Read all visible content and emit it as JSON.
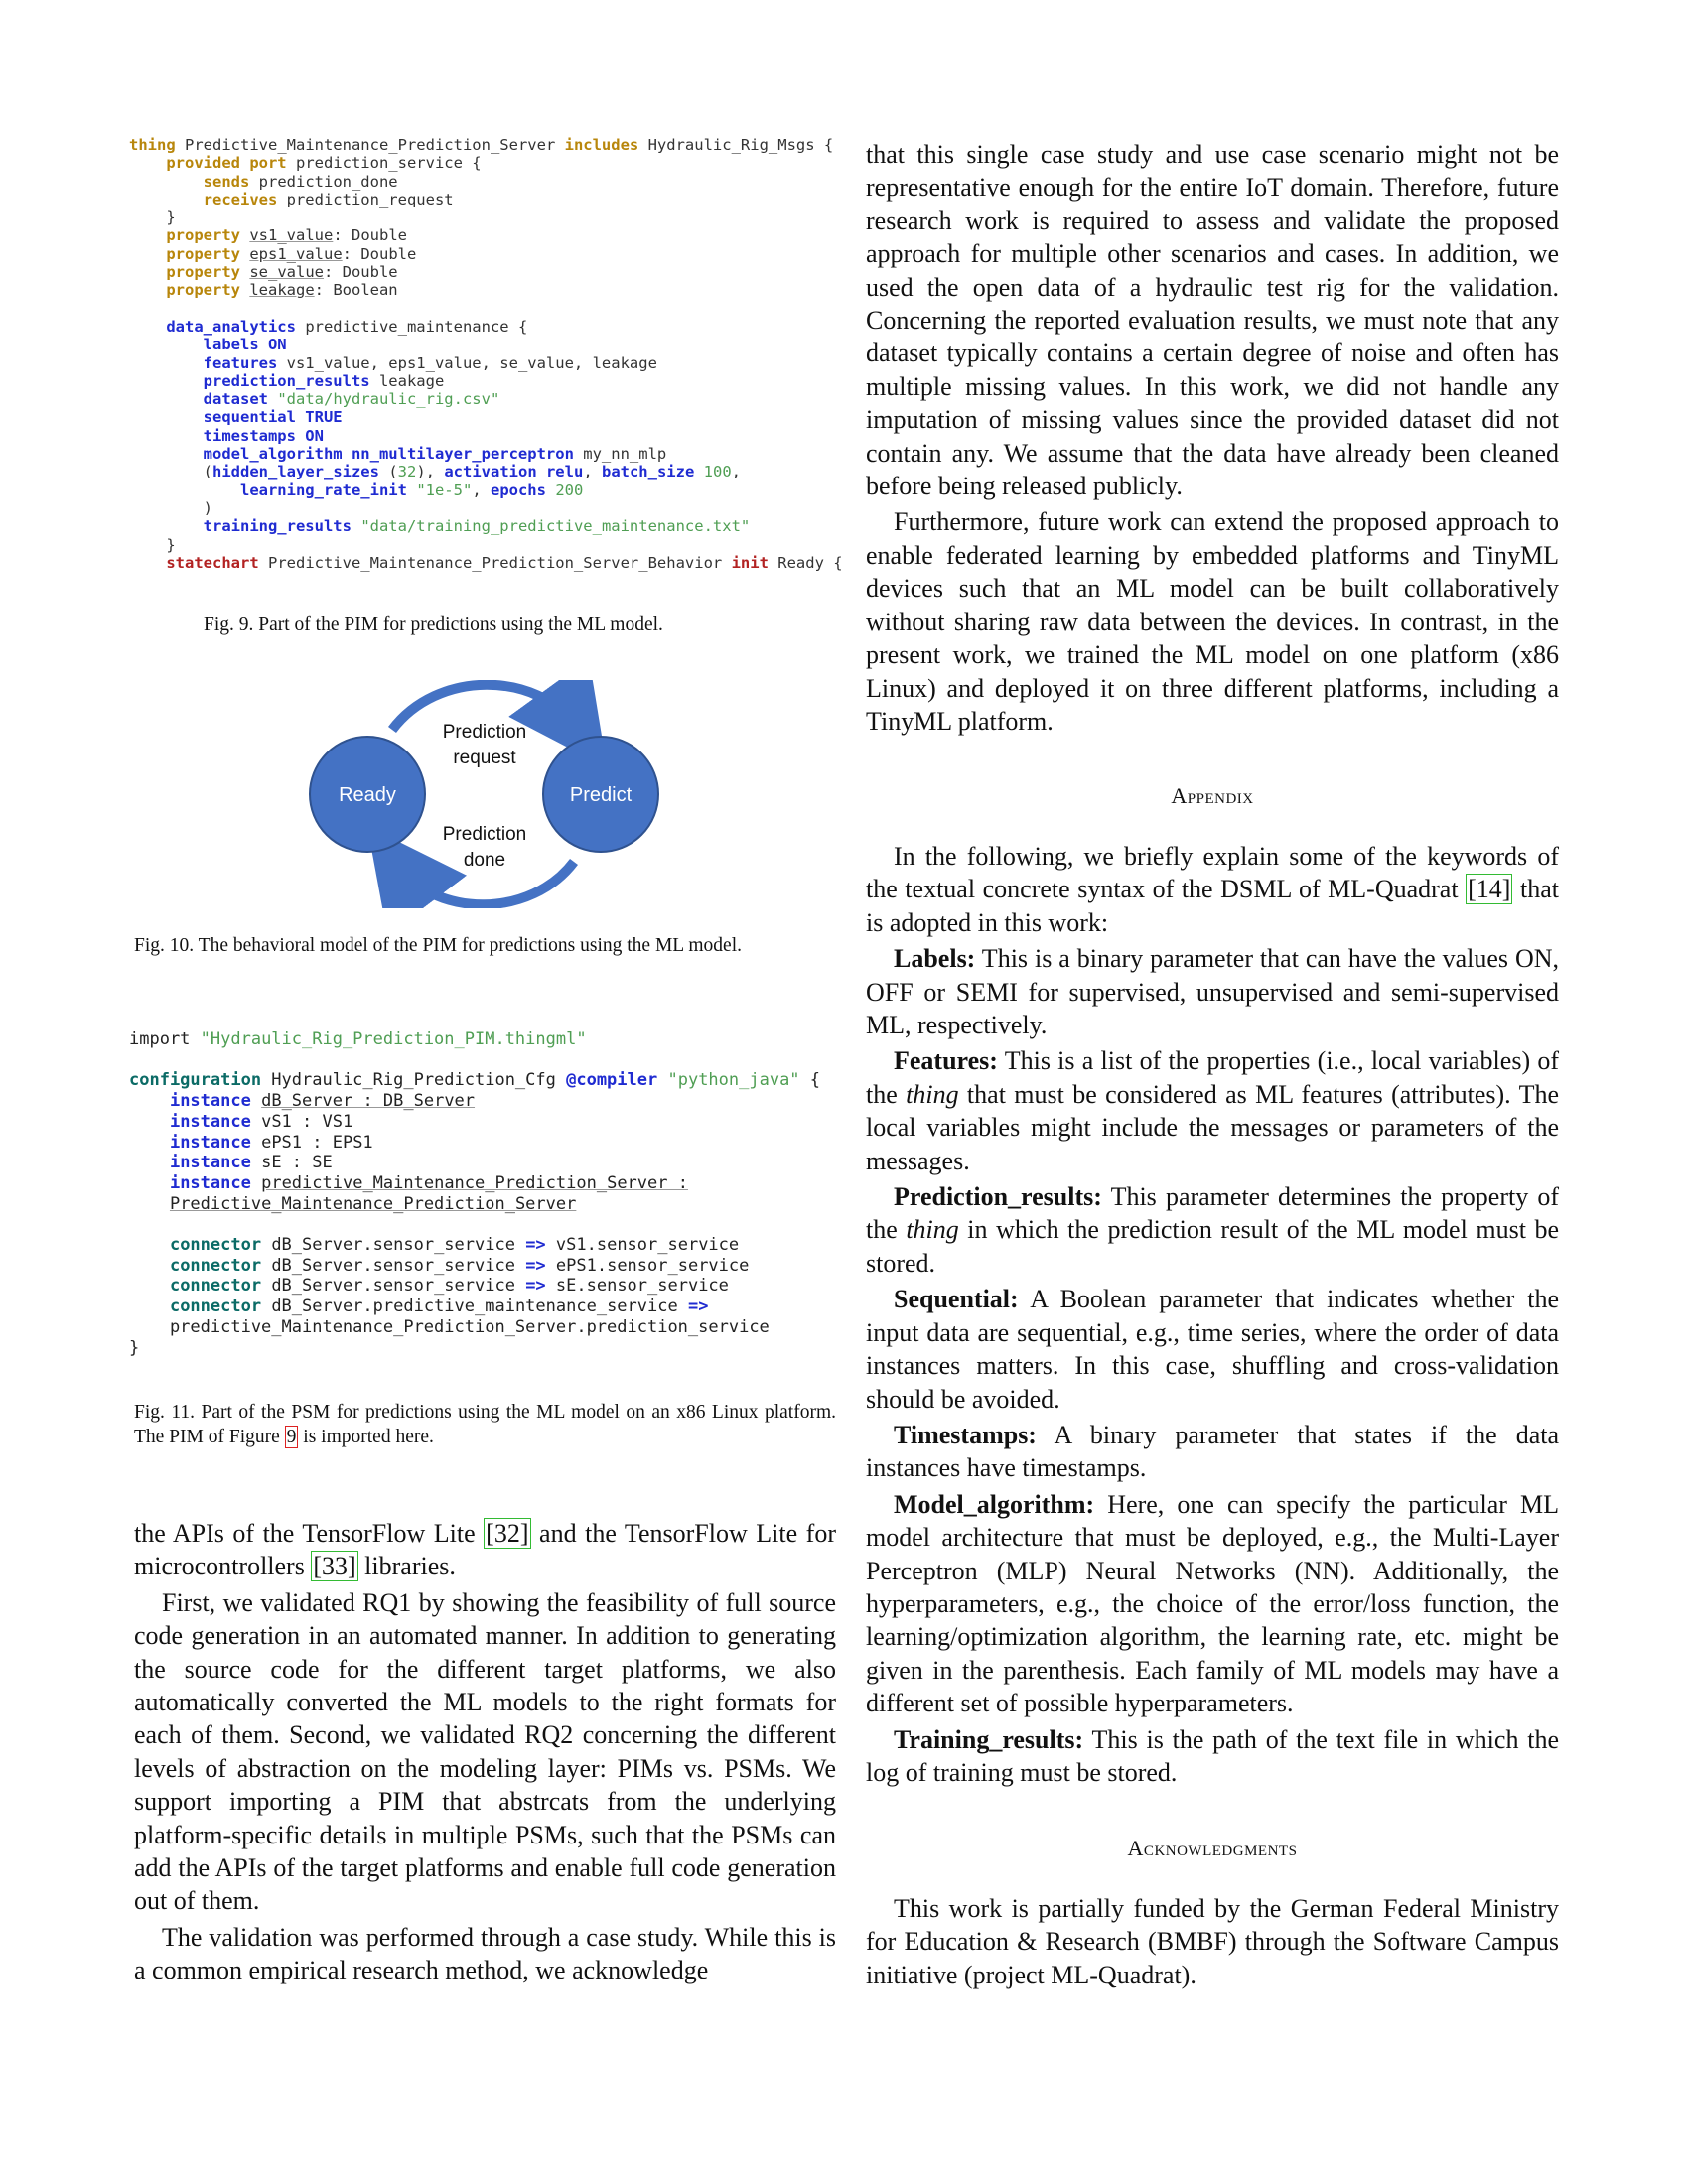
{
  "fig9": {
    "caption": "Fig. 9.  Part of the PIM for predictions using the ML model.",
    "code": [
      [
        [
          "thing",
          "y"
        ],
        [
          " Predictive_Maintenance_Prediction_Server ",
          ""
        ],
        [
          "includes",
          "y"
        ],
        [
          " Hydraulic_Rig_Msgs {",
          ""
        ]
      ],
      [
        [
          "    ",
          ""
        ],
        [
          "provided port",
          "y"
        ],
        [
          " prediction_service {",
          ""
        ]
      ],
      [
        [
          "        ",
          ""
        ],
        [
          "sends",
          "y"
        ],
        [
          " prediction_done",
          ""
        ]
      ],
      [
        [
          "        ",
          ""
        ],
        [
          "receives",
          "y"
        ],
        [
          " prediction_request",
          ""
        ]
      ],
      [
        [
          "    }",
          ""
        ]
      ],
      [
        [
          "    ",
          ""
        ],
        [
          "property",
          "y"
        ],
        [
          " ",
          ""
        ],
        [
          "vs1_value",
          "u"
        ],
        [
          ": Double",
          ""
        ]
      ],
      [
        [
          "    ",
          ""
        ],
        [
          "property",
          "y"
        ],
        [
          " ",
          ""
        ],
        [
          "eps1_value",
          "u"
        ],
        [
          ": Double",
          ""
        ]
      ],
      [
        [
          "    ",
          ""
        ],
        [
          "property",
          "y"
        ],
        [
          " ",
          ""
        ],
        [
          "se_value",
          "u"
        ],
        [
          ": Double",
          ""
        ]
      ],
      [
        [
          "    ",
          ""
        ],
        [
          "property",
          "y"
        ],
        [
          " ",
          ""
        ],
        [
          "leakage",
          "u"
        ],
        [
          ": Boolean",
          ""
        ]
      ],
      [
        [
          "",
          ""
        ]
      ],
      [
        [
          "    ",
          ""
        ],
        [
          "data_analytics",
          "b"
        ],
        [
          " predictive_maintenance {",
          ""
        ]
      ],
      [
        [
          "        ",
          ""
        ],
        [
          "labels ON",
          "b"
        ]
      ],
      [
        [
          "        ",
          ""
        ],
        [
          "features",
          "b"
        ],
        [
          " vs1_value, eps1_value, se_value, leakage",
          ""
        ]
      ],
      [
        [
          "        ",
          ""
        ],
        [
          "prediction_results",
          "b"
        ],
        [
          " leakage",
          ""
        ]
      ],
      [
        [
          "        ",
          ""
        ],
        [
          "dataset",
          "b"
        ],
        [
          " ",
          ""
        ],
        [
          "\"data/hydraulic_rig.csv\"",
          "s"
        ]
      ],
      [
        [
          "        ",
          ""
        ],
        [
          "sequential TRUE",
          "b"
        ]
      ],
      [
        [
          "        ",
          ""
        ],
        [
          "timestamps ON",
          "b"
        ]
      ],
      [
        [
          "        ",
          ""
        ],
        [
          "model_algorithm nn_multilayer_perceptron",
          "b"
        ],
        [
          " my_nn_mlp",
          ""
        ]
      ],
      [
        [
          "        (",
          ""
        ],
        [
          "hidden_layer_sizes",
          "b"
        ],
        [
          " (",
          ""
        ],
        [
          "32",
          "s"
        ],
        [
          "), ",
          ""
        ],
        [
          "activation relu",
          "b"
        ],
        [
          ", ",
          ""
        ],
        [
          "batch_size",
          "b"
        ],
        [
          " ",
          ""
        ],
        [
          "100",
          "s"
        ],
        [
          ",",
          ""
        ]
      ],
      [
        [
          "            ",
          ""
        ],
        [
          "learning_rate_init",
          "b"
        ],
        [
          " ",
          ""
        ],
        [
          "\"1e-5\"",
          "s"
        ],
        [
          ", ",
          ""
        ],
        [
          "epochs",
          "b"
        ],
        [
          " ",
          ""
        ],
        [
          "200",
          "s"
        ]
      ],
      [
        [
          "        )",
          ""
        ]
      ],
      [
        [
          "        ",
          ""
        ],
        [
          "training_results",
          "b"
        ],
        [
          " ",
          ""
        ],
        [
          "\"data/training_predictive_maintenance.txt\"",
          "s"
        ]
      ],
      [
        [
          "    }",
          ""
        ]
      ],
      [
        [
          "    ",
          ""
        ],
        [
          "statechart",
          "r"
        ],
        [
          " Predictive_Maintenance_Prediction_Server_Behavior ",
          ""
        ],
        [
          "init",
          "r"
        ],
        [
          " Ready {",
          ""
        ]
      ]
    ]
  },
  "fig10": {
    "caption": "Fig. 10.  The behavioral model of the PIM for predictions using the ML model.",
    "state_ready": "Ready",
    "state_predict": "Predict",
    "label_top_line1": "Prediction",
    "label_top_line2": "request",
    "label_bottom_line1": "Prediction",
    "label_bottom_line2": "done",
    "node_color": "#4472c4",
    "node_border": "#2f528f"
  },
  "fig11": {
    "caption_before": "Fig. 11.  Part of the PSM for predictions using the ML model on an x86 Linux platform. The PIM of Figure ",
    "caption_ref": "9",
    "caption_after": " is imported here.",
    "code": [
      [
        [
          "import ",
          ""
        ],
        [
          "\"Hydraulic_Rig_Prediction_PIM.thingml\"",
          "s"
        ]
      ],
      [
        [
          "",
          ""
        ]
      ],
      [
        [
          "configuration",
          "t"
        ],
        [
          " Hydraulic_Rig_Prediction_Cfg ",
          ""
        ],
        [
          "@compiler",
          "b"
        ],
        [
          " ",
          ""
        ],
        [
          "\"python_java\"",
          "s"
        ],
        [
          " {",
          ""
        ]
      ],
      [
        [
          "    ",
          ""
        ],
        [
          "instance",
          "b"
        ],
        [
          " ",
          ""
        ],
        [
          "dB_Server : DB_Server",
          "u"
        ]
      ],
      [
        [
          "    ",
          ""
        ],
        [
          "instance",
          "b"
        ],
        [
          " vS1 : VS1",
          ""
        ]
      ],
      [
        [
          "    ",
          ""
        ],
        [
          "instance",
          "b"
        ],
        [
          " ePS1 : EPS1",
          ""
        ]
      ],
      [
        [
          "    ",
          ""
        ],
        [
          "instance",
          "b"
        ],
        [
          " sE : SE",
          ""
        ]
      ],
      [
        [
          "    ",
          ""
        ],
        [
          "instance",
          "b"
        ],
        [
          " ",
          ""
        ],
        [
          "predictive_Maintenance_Prediction_Server :",
          "u"
        ]
      ],
      [
        [
          "    ",
          ""
        ],
        [
          "Predictive_Maintenance_Prediction_Server",
          "u"
        ]
      ],
      [
        [
          "",
          ""
        ]
      ],
      [
        [
          "    ",
          ""
        ],
        [
          "connector",
          "t"
        ],
        [
          " dB_Server.sensor_service ",
          ""
        ],
        [
          "=>",
          "b"
        ],
        [
          " vS1.sensor_service",
          ""
        ]
      ],
      [
        [
          "    ",
          ""
        ],
        [
          "connector",
          "t"
        ],
        [
          " dB_Server.sensor_service ",
          ""
        ],
        [
          "=>",
          "b"
        ],
        [
          " ePS1.sensor_service",
          ""
        ]
      ],
      [
        [
          "    ",
          ""
        ],
        [
          "connector",
          "t"
        ],
        [
          " dB_Server.sensor_service ",
          ""
        ],
        [
          "=>",
          "b"
        ],
        [
          " sE.sensor_service",
          ""
        ]
      ],
      [
        [
          "    ",
          ""
        ],
        [
          "connector",
          "t"
        ],
        [
          " dB_Server.predictive_maintenance_service ",
          ""
        ],
        [
          "=>",
          "b"
        ]
      ],
      [
        [
          "    predictive_Maintenance_Prediction_Server.prediction_service",
          ""
        ]
      ],
      [
        [
          "}",
          ""
        ]
      ]
    ]
  },
  "left_text": {
    "p1_a": "the APIs of the TensorFlow Lite ",
    "p1_ref1": "[32]",
    "p1_b": " and the TensorFlow Lite for microcontrollers ",
    "p1_ref2": "[33]",
    "p1_c": " libraries.",
    "p2": "First, we validated RQ1 by showing the feasibility of full source code generation in an automated manner. In addition to generating the source code for the different target platforms, we also automatically converted the ML models to the right formats for each of them. Second, we validated RQ2 concerning the different levels of abstraction on the modeling layer: PIMs vs. PSMs. We support importing a PIM that abstrcats from the underlying platform-specific details in multiple PSMs, such that the PSMs can add the APIs of the target platforms and enable full code generation out of them.",
    "p3": "The validation was performed through a case study. While this is a common empirical research method, we acknowledge"
  },
  "right_text": {
    "p1": "that this single case study and use case scenario might not be representative enough for the entire IoT domain. Therefore, future research work is required to assess and validate the proposed approach for multiple other scenarios and cases. In addition, we used the open data of a hydraulic test rig for the validation. Concerning the reported evaluation results, we must note that any dataset typically contains a certain degree of noise and often has multiple missing values. In this work, we did not handle any imputation of missing values since the provided dataset did not contain any. We assume that the data have already been cleaned before being released publicly.",
    "p2": "Furthermore, future work can extend the proposed approach to enable federated learning by embedded platforms and TinyML devices such that an ML model can be built collaboratively without sharing raw data between the devices. In contrast, in the present work, we trained the ML model on one platform (x86 Linux) and deployed it on three different platforms, including a TinyML platform.",
    "appendix_heading": "Appendix",
    "appendix_intro_a": "In the following, we briefly explain some of the keywords of the textual concrete syntax of the DSML of ML-Quadrat ",
    "appendix_intro_ref": "[14]",
    "appendix_intro_b": " that is adopted in this work:",
    "labels_term": "Labels:",
    "labels_text": " This is a binary parameter that can have the values ON, OFF or SEMI for supervised, unsupervised and semi-supervised ML, respectively.",
    "features_term": "Features:",
    "features_text_a": " This is a list of the properties (i.e., local variables) of the ",
    "features_em": "thing",
    "features_text_b": " that must be considered as ML features (attributes). The local variables might include the messages or parameters of the messages.",
    "pred_term": "Prediction_results:",
    "pred_text_a": " This parameter determines the property of the ",
    "pred_em": "thing",
    "pred_text_b": " in which the prediction result of the ML model must be stored.",
    "seq_term": "Sequential:",
    "seq_text": " A Boolean parameter that indicates whether the input data are sequential, e.g., time series, where the order of data instances matters. In this case, shuffling and cross-validation should be avoided.",
    "ts_term": "Timestamps:",
    "ts_text": " A binary parameter that states if the data instances have timestamps.",
    "model_term": "Model_algorithm:",
    "model_text": " Here, one can specify the particular ML model architecture that must be deployed, e.g., the Multi-Layer Perceptron (MLP) Neural Networks (NN). Additionally, the hyperparameters, e.g., the choice of the error/loss function, the learning/optimization algorithm, the learning rate, etc. might be given in the parenthesis. Each family of ML models may have a different set of possible hyperparameters.",
    "train_term": "Training_results:",
    "train_text": " This is the path of the text file in which the log of training must be stored.",
    "ack_heading": "Acknowledgments",
    "ack_text": "This work is partially funded by the German Federal Ministry for Education & Research (BMBF) through the Software Campus initiative (project ML-Quadrat)."
  }
}
